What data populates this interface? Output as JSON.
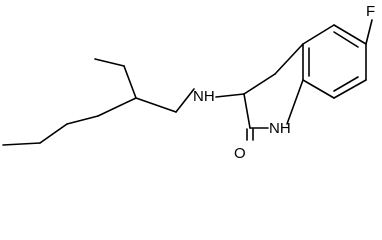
{
  "molecule": {
    "atoms": {
      "fluorine": "F",
      "amine_nh": "NH",
      "ring_nh": "NH",
      "carbonyl_o": "O"
    }
  }
}
